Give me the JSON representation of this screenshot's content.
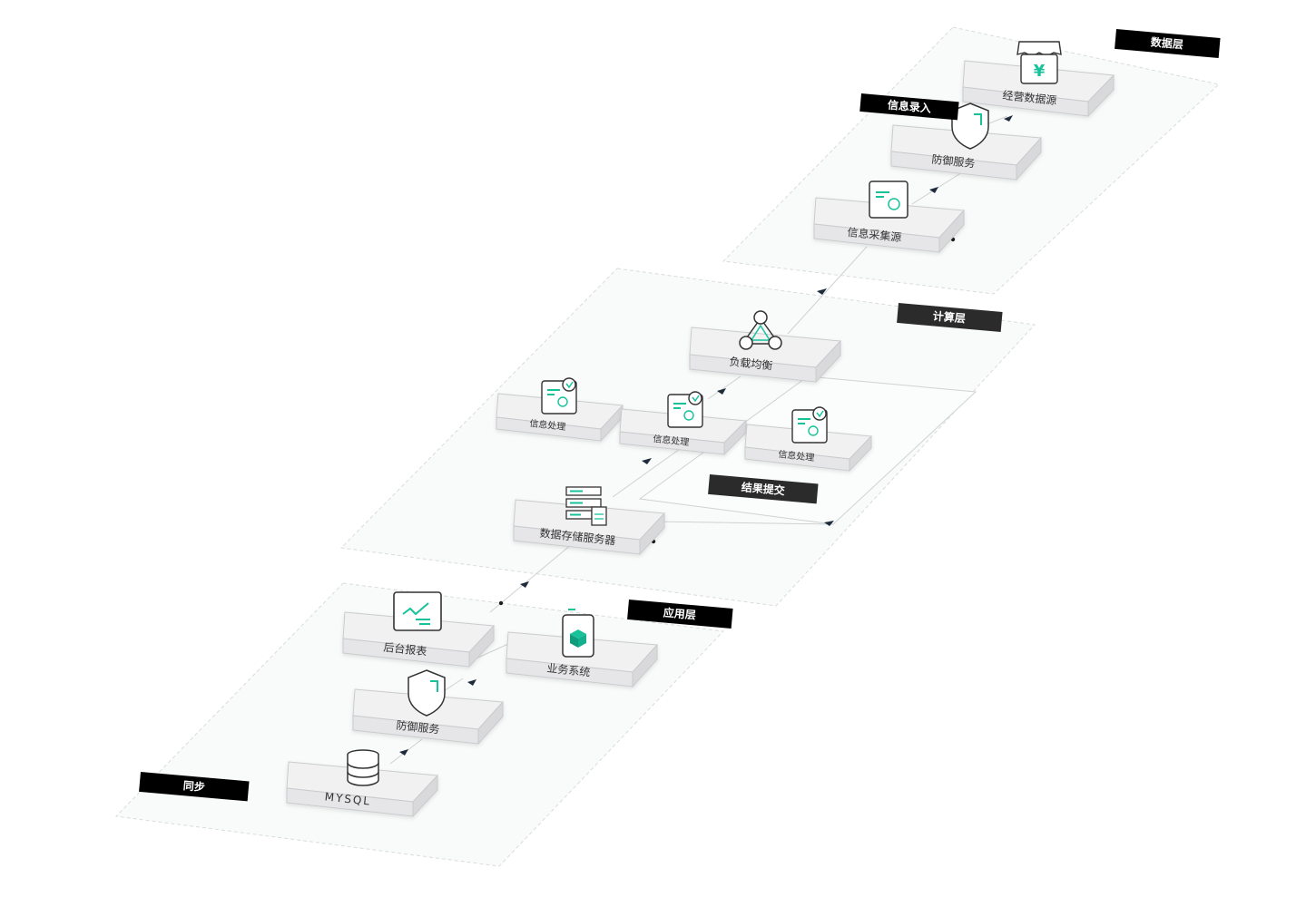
{
  "layers": {
    "data": "数据层",
    "compute": "计算层",
    "application": "应用层"
  },
  "flow_labels": {
    "info_input": "信息录入",
    "result_submit": "结果提交",
    "sync": "同步"
  },
  "nodes": {
    "business_data_source": "经营数据源",
    "defense_service_top": "防御服务",
    "info_collection_source": "信息采集源",
    "load_balance": "负载均衡",
    "info_process_1": "信息处理",
    "info_process_2": "信息处理",
    "info_process_3": "信息处理",
    "data_storage_server": "数据存储服务器",
    "backend_report": "后台报表",
    "business_system": "业务系统",
    "defense_service_bottom": "防御服务",
    "mysql": "MYSQL"
  },
  "icons": {
    "business_data_source": "shop-yuan-icon",
    "defense_service": "shield-icon",
    "info_collection_source": "card-icon",
    "load_balance": "network-triangle-icon",
    "info_process": "card-check-icon",
    "data_storage_server": "server-stack-icon",
    "backend_report": "monitor-chart-icon",
    "business_system": "phone-cube-icon",
    "mysql": "database-icon"
  },
  "colors": {
    "accent": "#17c29b",
    "label_bg": "#000000",
    "label_bg_alt": "#2b2b2b",
    "platform_fill": "#f6f7f7",
    "box_top": "#f2f2f3",
    "box_side": "#e4e4e6"
  }
}
